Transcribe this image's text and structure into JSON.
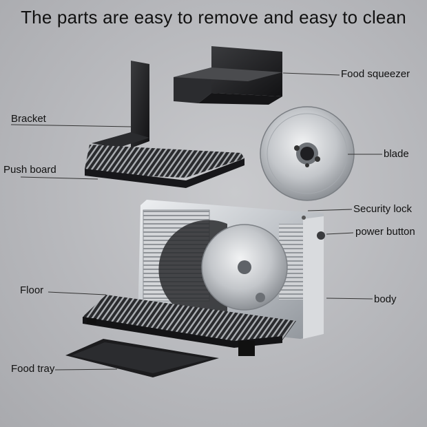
{
  "title": "The parts are easy to remove and easy to clean",
  "labels": {
    "food_squeezer": "Food squeezer",
    "bracket": "Bracket",
    "push_board": "Push board",
    "blade": "blade",
    "security_lock": "Security lock",
    "power_button": "power button",
    "floor": "Floor",
    "body": "body",
    "food_tray": "Food tray"
  },
  "colors": {
    "background": "#b9babe",
    "plastic_black": "#1b1b1d",
    "metal": "#c8cbcf",
    "leader_line": "#333333"
  }
}
